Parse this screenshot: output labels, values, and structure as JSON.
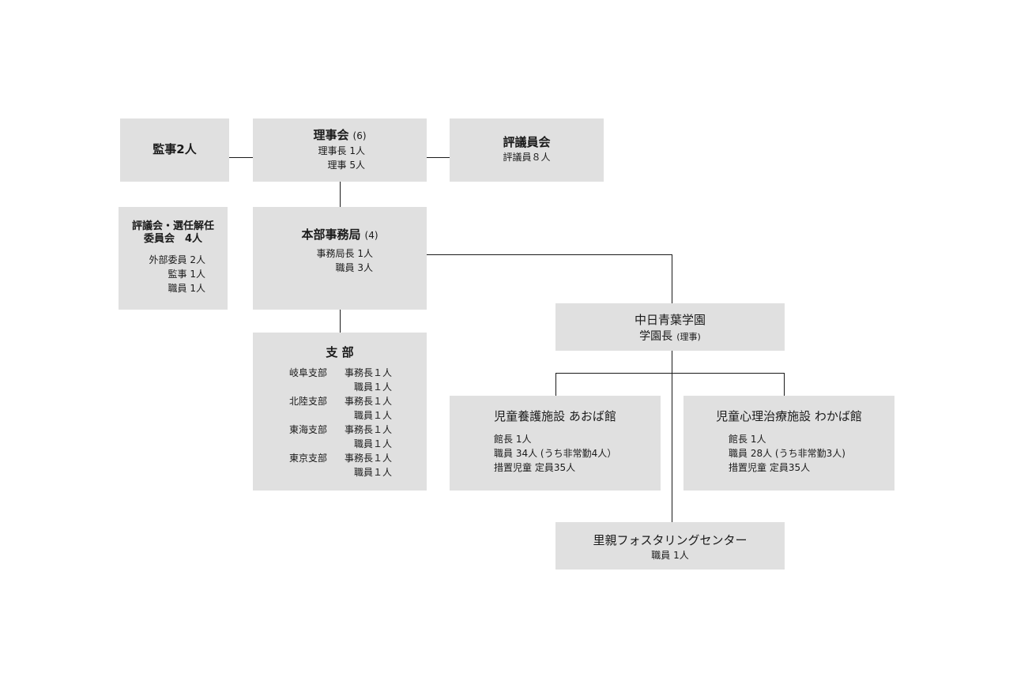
{
  "kanji": {
    "title": "監事2人"
  },
  "rijikai": {
    "title": "理事会",
    "count": "(6)",
    "lines": [
      "理事長 1人",
      "理事 5人"
    ]
  },
  "hyogiinkai": {
    "title": "評議員会",
    "line": "評議員８人"
  },
  "senin_iinkai": {
    "title_line1": "評議会・選任解任",
    "title_line2": "委員会　4人",
    "lines": [
      "外部委員 2人",
      "監事 1人",
      "職員 1人"
    ]
  },
  "honbu": {
    "title": "本部事務局",
    "count": "(4)",
    "lines": [
      "事務局長 1人",
      "職員 3人"
    ]
  },
  "shibu": {
    "title": "支 部",
    "branches": [
      {
        "name": "岐阜支部",
        "role1": "事務長１人",
        "role2": "職員１人"
      },
      {
        "name": "北陸支部",
        "role1": "事務長１人",
        "role2": "職員１人"
      },
      {
        "name": "東海支部",
        "role1": "事務長１人",
        "role2": "職員１人"
      },
      {
        "name": "東京支部",
        "role1": "事務長１人",
        "role2": "職員１人"
      }
    ]
  },
  "gakuen": {
    "title": "中日青葉学園",
    "subtitle": "学園長",
    "subtitle_note": "(理事)"
  },
  "aoba": {
    "title": "児童養護施設 あおば館",
    "lines": [
      "館長 1人",
      "職員 34人 (うち非常勤4人）",
      "措置児童 定員35人"
    ]
  },
  "wakaba": {
    "title": "児童心理治療施設 わかば館",
    "lines": [
      "館長 1人",
      "職員 28人 (うち非常勤3人)",
      "措置児童 定員35人"
    ]
  },
  "satooya": {
    "title": "里親フォスタリングセンター",
    "line": "職員 1人"
  },
  "colors": {
    "box": "#e0e0e0",
    "connector": "#1a1a1a",
    "background": "#ffffff"
  }
}
